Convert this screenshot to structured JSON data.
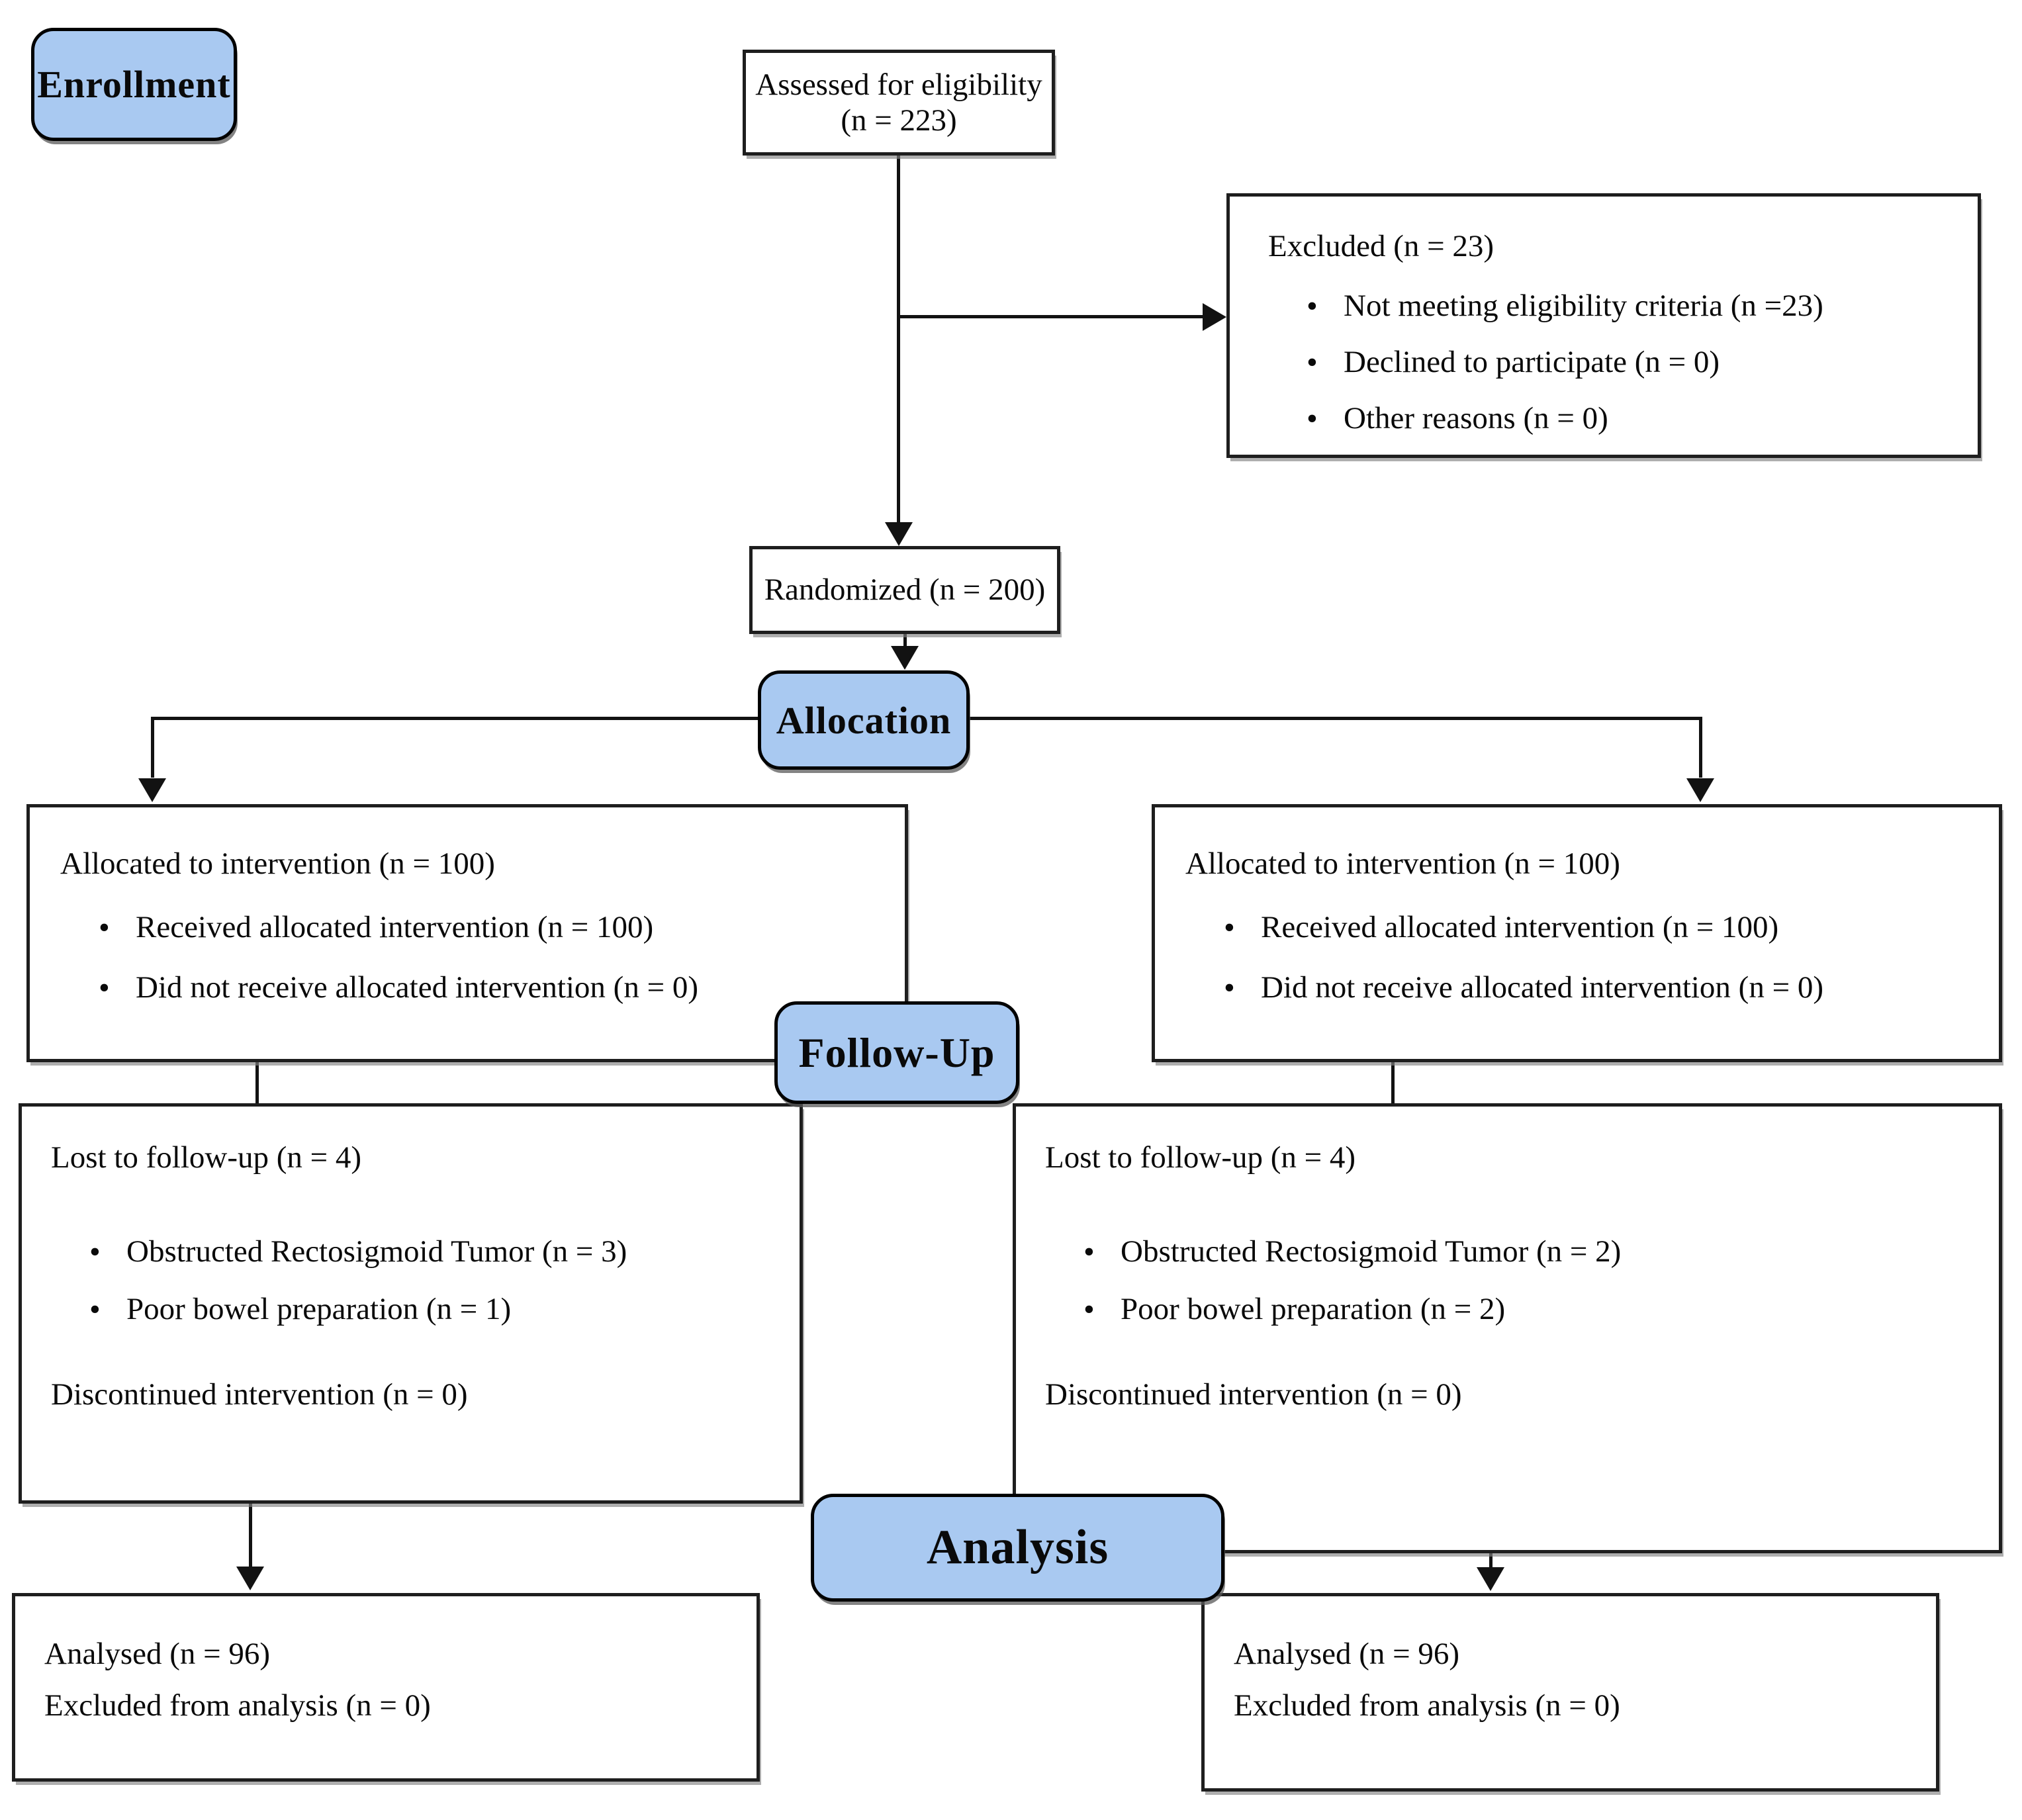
{
  "stages": {
    "enrollment": "Enrollment",
    "allocation": "Allocation",
    "follow_up": "Follow-Up",
    "analysis": "Analysis"
  },
  "boxes": {
    "assessed": {
      "text": "Assessed for eligibility (n = 223)"
    },
    "excluded": {
      "title": "Excluded (n = 23)",
      "bullets": [
        "Not meeting eligibility criteria (n =23)",
        "Declined to participate (n = 0)",
        "Other reasons (n = 0)"
      ]
    },
    "randomized": {
      "text": "Randomized (n = 200)"
    },
    "allocated_left": {
      "title": "Allocated to intervention (n = 100)",
      "bullets": [
        "Received allocated intervention (n = 100)",
        "Did not receive allocated intervention (n = 0)"
      ]
    },
    "allocated_right": {
      "title": "Allocated to intervention (n = 100)",
      "bullets": [
        "Received allocated intervention (n = 100)",
        "Did not receive allocated intervention (n = 0)"
      ]
    },
    "lost_left": {
      "title": "Lost to follow-up (n = 4)",
      "bullets": [
        "Obstructed Rectosigmoid Tumor (n = 3)",
        "Poor bowel preparation (n = 1)"
      ],
      "footer": "Discontinued intervention (n = 0)"
    },
    "lost_right": {
      "title": "Lost to follow-up (n = 4)",
      "bullets": [
        "Obstructed Rectosigmoid Tumor (n = 2)",
        "Poor bowel preparation (n = 2)"
      ],
      "footer": "Discontinued intervention (n = 0)"
    },
    "analysed_left": {
      "line1": "Analysed (n = 96)",
      "line2": "Excluded from analysis (n = 0)"
    },
    "analysed_right": {
      "line1": "Analysed (n = 96)",
      "line2": "Excluded from analysis (n = 0)"
    }
  },
  "colors": {
    "stage_fill": "#a9c9f1",
    "box_border": "#1e1e1e",
    "line": "#121212"
  }
}
